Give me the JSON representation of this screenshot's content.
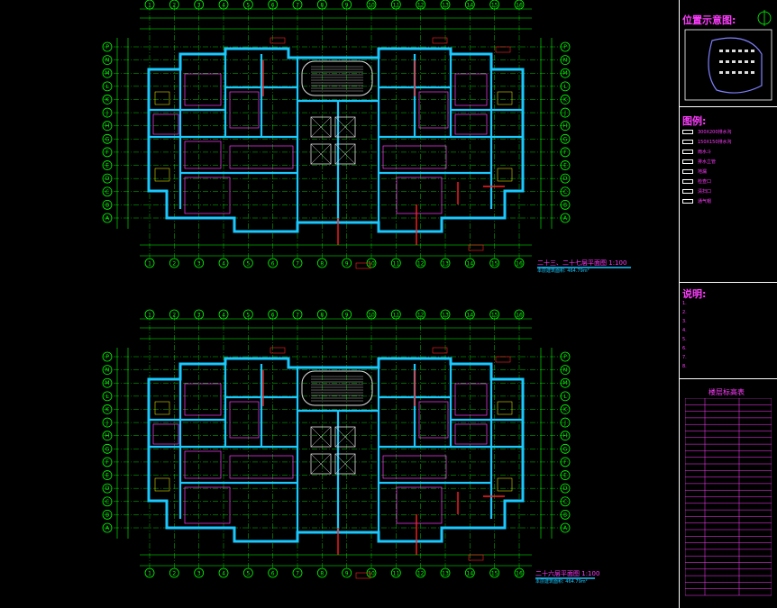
{
  "sidebar": {
    "location_heading": "位置示意图:",
    "legend_heading": "图例:",
    "notes_heading": "说明:",
    "table_heading": "楼层标高表",
    "legend_items": [
      "300X200排水沟",
      "150X150排水沟",
      "雨水斗",
      "排水立管",
      "地漏",
      "检查口",
      "清扫口",
      "通气帽"
    ],
    "notes": [
      "1.",
      "2.",
      "3.",
      "4.",
      "5.",
      "6.",
      "7.",
      "8."
    ]
  },
  "plans": [
    {
      "title": "二十三、二十七层平面图",
      "scale": "1:100",
      "subtitle": "本层建筑面积: 464.79m²"
    },
    {
      "title": "二十六层平面图",
      "scale": "1:100",
      "subtitle": "本层建筑面积: 464.79m²"
    }
  ],
  "axis_top": [
    "1",
    "2",
    "3",
    "4",
    "5",
    "6",
    "7",
    "8",
    "9",
    "10",
    "11",
    "12",
    "13",
    "14",
    "15",
    "16"
  ],
  "axis_left": [
    "P",
    "N",
    "M",
    "L",
    "K",
    "J",
    "H",
    "G",
    "F",
    "E",
    "D",
    "C",
    "B",
    "A"
  ],
  "colors": {
    "background": "#000000",
    "wall": "#19c8ff",
    "axis": "#00ff00",
    "text": "#ff3cff",
    "pipe": "#ff2020",
    "dim": "#ffff00"
  }
}
